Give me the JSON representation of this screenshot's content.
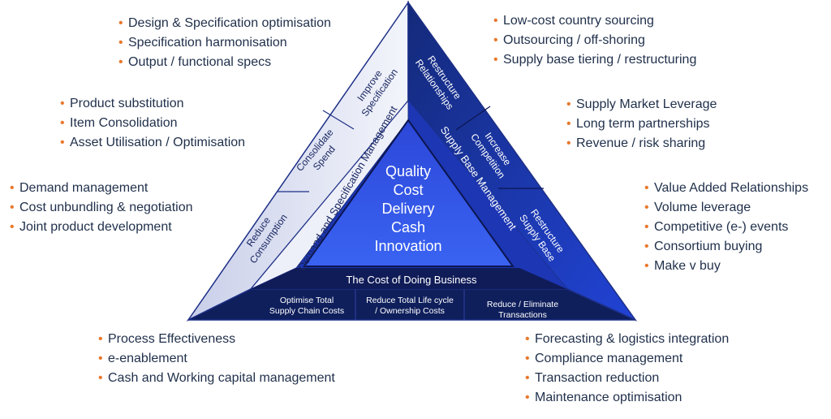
{
  "center": {
    "lines": [
      "Quality",
      "Cost",
      "Delivery",
      "Cash",
      "Innovation"
    ]
  },
  "bands": {
    "left": "Demand and Specification Management",
    "right": "Supply Base Management",
    "bottom": "The Cost of Doing Business"
  },
  "levers": {
    "improve_spec": [
      "Improve",
      "Specification"
    ],
    "consolidate_spend": [
      "Consolidate",
      "Spend"
    ],
    "reduce_consumption": [
      "Reduce",
      "Consumption"
    ],
    "restructure_relationships": [
      "Restructure",
      "Relationships"
    ],
    "increase_competition": [
      "Increase",
      "Competition"
    ],
    "restructure_supply_base": [
      "Restructure",
      "Supply Base"
    ],
    "optimise_supply_chain": [
      "Optimise Total",
      "Supply Chain Costs"
    ],
    "reduce_lifecycle": [
      "Reduce Total Life cycle",
      "/ Ownership Costs"
    ],
    "reduce_transactions": [
      "Reduce / Eliminate",
      "Transactions"
    ]
  },
  "bullets": {
    "top_left": [
      "Design & Specification optimisation",
      "Specification harmonisation",
      "Output / functional specs"
    ],
    "mid_left": [
      "Product substitution",
      "Item Consolidation",
      "Asset Utilisation / Optimisation"
    ],
    "low_left": [
      "Demand management",
      "Cost unbundling & negotiation",
      "Joint product development"
    ],
    "top_right": [
      "Low-cost country sourcing",
      "Outsourcing / off-shoring",
      "Supply base tiering / restructuring"
    ],
    "mid_right": [
      "Supply Market Leverage",
      "Long term partnerships",
      "Revenue / risk sharing"
    ],
    "low_right": [
      "Value Added Relationships",
      "Volume leverage",
      "Competitive (e-) events",
      "Consortium buying",
      "Make v buy"
    ],
    "bottom_left": [
      "Process Effectiveness",
      "e-enablement",
      "Cash and Working capital management"
    ],
    "bottom_right": [
      "Forecasting & logistics integration",
      "Compliance management",
      "Transaction reduction",
      "Maintenance optimisation"
    ]
  },
  "colors": {
    "bullet": "#e8792e",
    "text": "#1f2f4a",
    "navy": "#0f1f5c",
    "blue": "#1e3fcf",
    "light": "#e9ecf7",
    "outline": "#1d2f86"
  }
}
